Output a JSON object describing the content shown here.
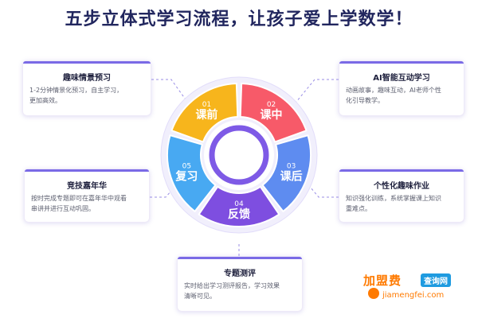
{
  "title": "五步立体式学习流程，让孩子爱上学数学！",
  "steps": [
    {
      "num": "01",
      "label": "课前",
      "color": "#f7b51c"
    },
    {
      "num": "02",
      "label": "课中",
      "color": "#f75a69"
    },
    {
      "num": "03",
      "label": "课后",
      "color": "#5e8cf0"
    },
    {
      "num": "04",
      "label": "反馈",
      "color": "#7e4ee0"
    },
    {
      "num": "05",
      "label": "复习",
      "color": "#48a9f2"
    }
  ],
  "cards": {
    "preview": {
      "title": "趣味情景预习",
      "desc": "1-2分钟情景化预习，自主学习，\n更加高效。"
    },
    "ai": {
      "title": "AI智能互动学习",
      "desc": "动画故事，趣味互动，AI老师个性\n化引导教学。"
    },
    "homework": {
      "title": "个性化趣味作业",
      "desc": "知识强化训练，系统掌握课上知识\n重难点。"
    },
    "test": {
      "title": "专题测评",
      "desc": "实时给出学习测评报告，学习效果\n清晰可见。"
    },
    "carnival": {
      "title": "竞技嘉年华",
      "desc": "按时完成专题即可在嘉年华中观看\n串讲并进行互动巩固。"
    }
  },
  "watermark": {
    "brand": "加盟费",
    "badge": "查询网",
    "url": "jiamengfei.com"
  }
}
